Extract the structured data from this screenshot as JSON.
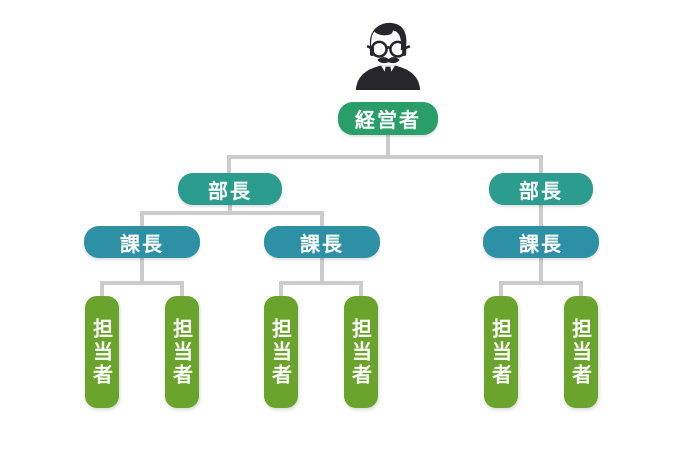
{
  "diagram": {
    "type": "org-chart",
    "background": "#ffffff",
    "line_color": "#cccccc",
    "text_color": "#ffffff",
    "icon": {
      "name": "businessman-icon",
      "color": "#26262c"
    },
    "levels": {
      "executive": {
        "label": "経営者",
        "color": "#2a9e68"
      },
      "department": {
        "color": "#2b9c8e",
        "nodes": [
          {
            "label": "部長"
          },
          {
            "label": "部長"
          }
        ]
      },
      "section": {
        "color": "#2e90a4",
        "nodes": [
          {
            "label": "課長"
          },
          {
            "label": "課長"
          },
          {
            "label": "課長"
          }
        ]
      },
      "staff": {
        "color": "#6aa42d",
        "nodes": [
          {
            "label": "担当者"
          },
          {
            "label": "担当者"
          },
          {
            "label": "担当者"
          },
          {
            "label": "担当者"
          },
          {
            "label": "担当者"
          },
          {
            "label": "担当者"
          }
        ]
      }
    }
  }
}
